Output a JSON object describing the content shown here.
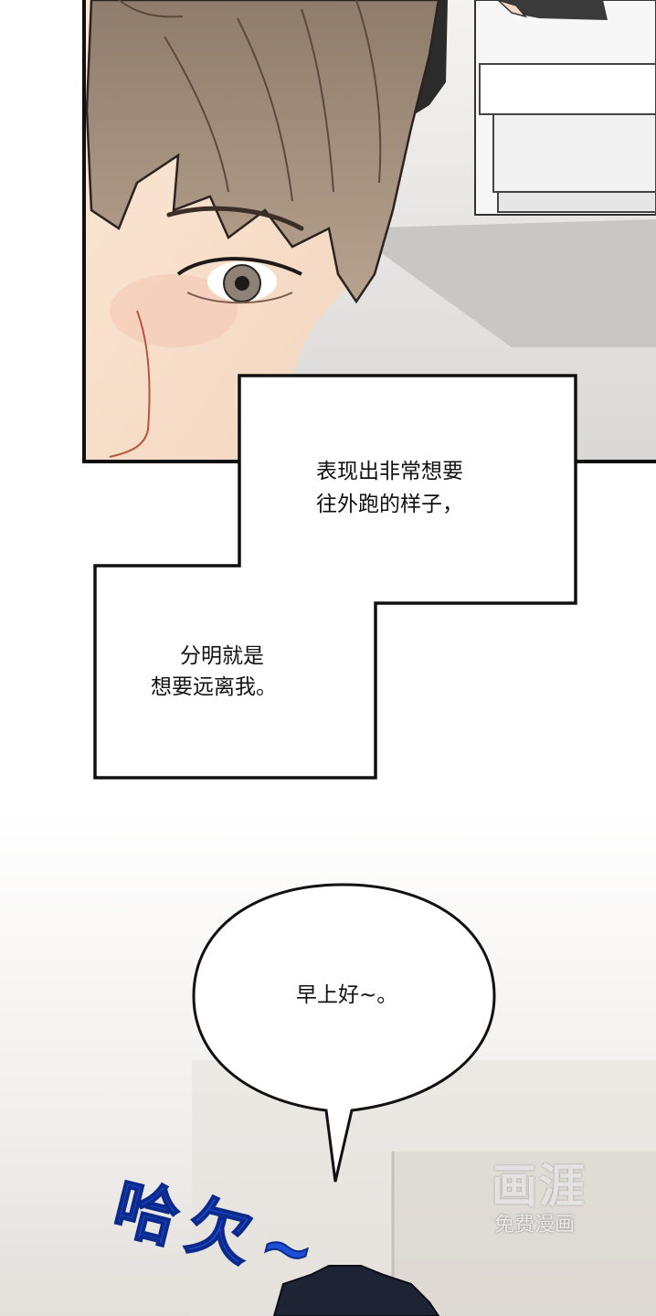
{
  "captions": {
    "box1_line1": "表现出非常想要",
    "box1_line2": "往外跑的样子，",
    "box2_line1": "分明就是",
    "box2_line2": "想要远离我。"
  },
  "speech_bubble": {
    "text": "早上好~。"
  },
  "sound_effect": {
    "text": "哈欠~",
    "color": "#1d4fd6"
  },
  "watermark": {
    "logo_text": "画涯",
    "subtitle": "免费漫画"
  }
}
